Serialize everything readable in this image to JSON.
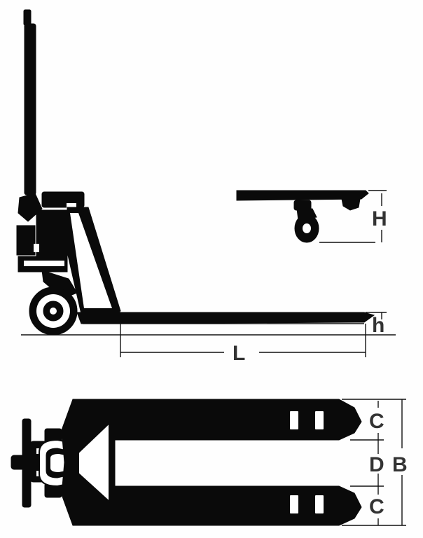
{
  "labels": {
    "H": "H",
    "h": "h",
    "L": "L",
    "C_top": "C",
    "D": "D",
    "B": "B",
    "C_bottom": "C"
  },
  "colors": {
    "ink": "#0a0a0a",
    "paper": "#ffffff",
    "label": "#333333"
  }
}
